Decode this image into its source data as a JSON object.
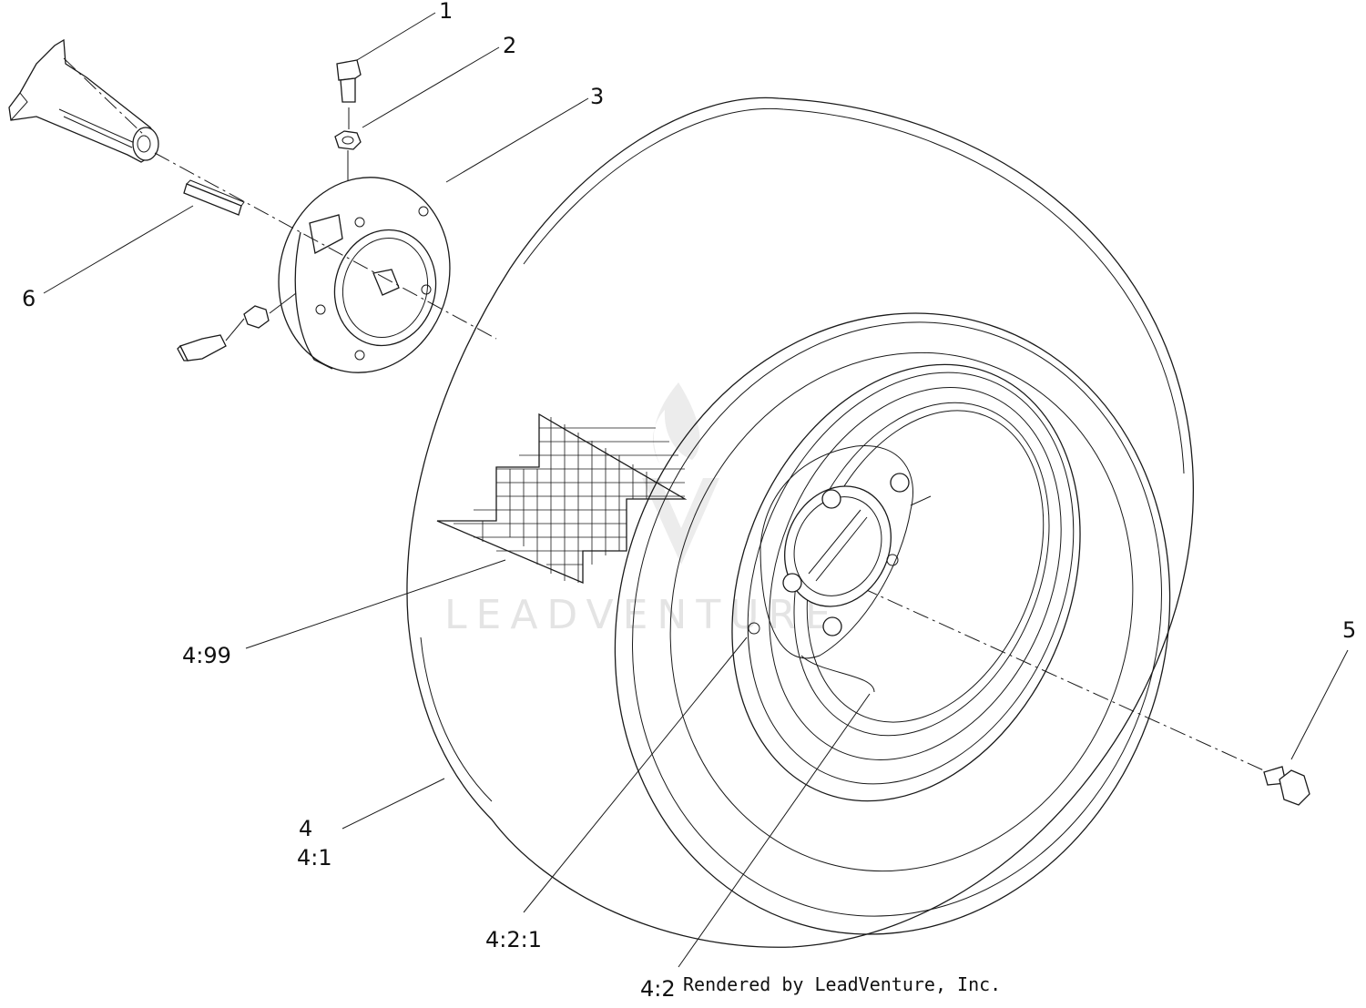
{
  "callouts": {
    "c1": "1",
    "c2": "2",
    "c3": "3",
    "c4": "4",
    "c4_1": "4:1",
    "c4_2": "4:2",
    "c4_2_1": "4:2:1",
    "c4_99": "4:99",
    "c5": "5",
    "c6": "6"
  },
  "watermark": "LEADVENTURE",
  "credit": "Rendered by LeadVenture, Inc."
}
